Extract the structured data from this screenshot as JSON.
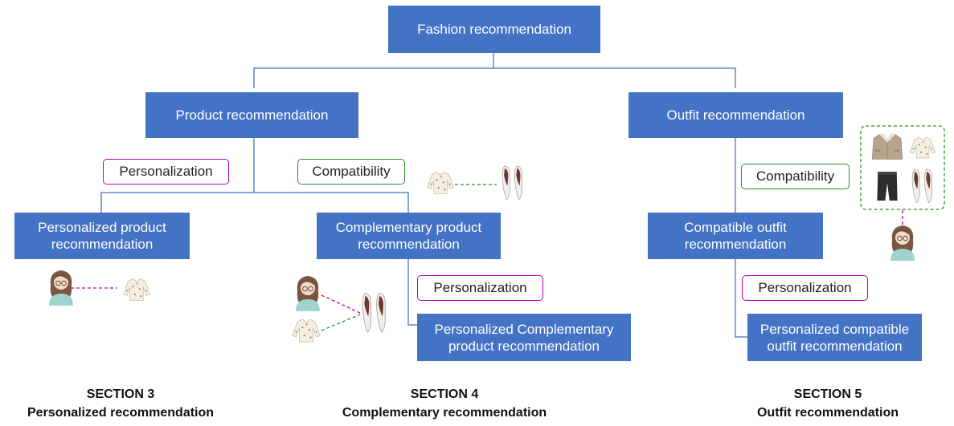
{
  "nodes": {
    "root": "Fashion recommendation",
    "product": "Product recommendation",
    "outfit": "Outfit recommendation",
    "personalized_product": "Personalized product recommendation",
    "complementary_product": "Complementary product recommendation",
    "personalized_complementary": "Personalized  Complementary product recommendation",
    "compatible_outfit": "Compatible outfit recommendation",
    "personalized_compatible_outfit": "Personalized compatible outfit recommendation"
  },
  "tags": {
    "personalization_1": "Personalization",
    "compatibility_1": "Compatibility",
    "personalization_2": "Personalization",
    "compatibility_2": "Compatibility",
    "personalization_3": "Personalization"
  },
  "sections": [
    {
      "number": "SECTION 3",
      "title": "Personalized recommendation"
    },
    {
      "number": "SECTION 4",
      "title": "Complementary recommendation"
    },
    {
      "number": "SECTION 5",
      "title": "Outfit recommendation"
    }
  ],
  "colors": {
    "node_fill": "#4472c4",
    "connector": "#4472c4",
    "personalization": "#c000b0",
    "compatibility": "#2e8b2e"
  }
}
